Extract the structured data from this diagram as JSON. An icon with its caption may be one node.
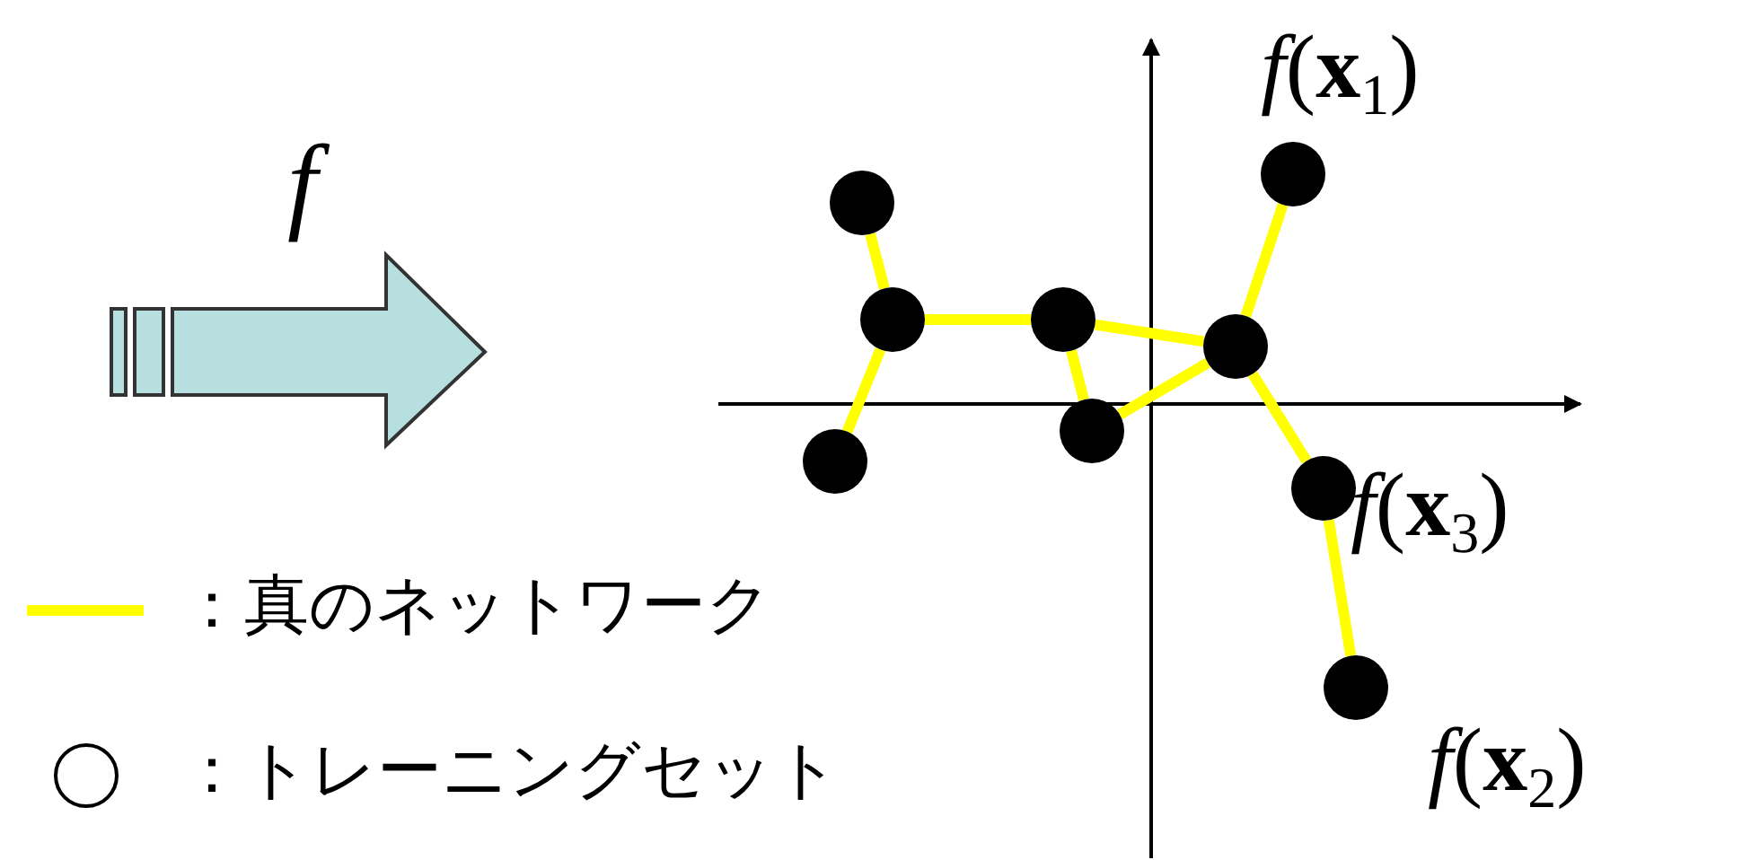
{
  "diagram": {
    "nodes": [
      {
        "text": [],
        "shape": "circle"
      },
      {
        "text": [],
        "shape": "circle"
      },
      {
        "text": [],
        "shape": "circle"
      },
      {
        "text": [],
        "shape": "circle"
      },
      {
        "text": [],
        "shape": "circle",
        "beside": [
          "*f*(**x**$_{1}$)"
        ]
      },
      {
        "text": [],
        "shape": "circle"
      },
      {
        "text": [],
        "shape": "circle"
      },
      {
        "text": [],
        "shape": "circle",
        "beside": [
          "*f*(**x**$_{3}$)"
        ]
      },
      {
        "text": [],
        "shape": "circle",
        "beside": [
          "*f*(**x**$_{2}$)"
        ]
      }
    ],
    "edges": [
      {
        "from": 0,
        "to": 1,
        "arrow": "none"
      },
      {
        "from": 1,
        "to": 5,
        "arrow": "none"
      },
      {
        "from": 1,
        "to": 2,
        "arrow": "none"
      },
      {
        "from": 2,
        "to": 3,
        "arrow": "none"
      },
      {
        "from": 2,
        "to": 6,
        "arrow": "none"
      },
      {
        "from": 6,
        "to": 3,
        "arrow": "none"
      },
      {
        "from": 3,
        "to": 4,
        "arrow": "none"
      },
      {
        "from": 3,
        "to": 7,
        "arrow": "none"
      },
      {
        "from": 7,
        "to": 8,
        "arrow": "none"
      }
    ],
    "labels": [
      "*f*"
    ],
    "legend": [
      {
        "text": "：真のネットワーク"
      },
      {
        "text": "：トレーニングセット"
      }
    ]
  }
}
